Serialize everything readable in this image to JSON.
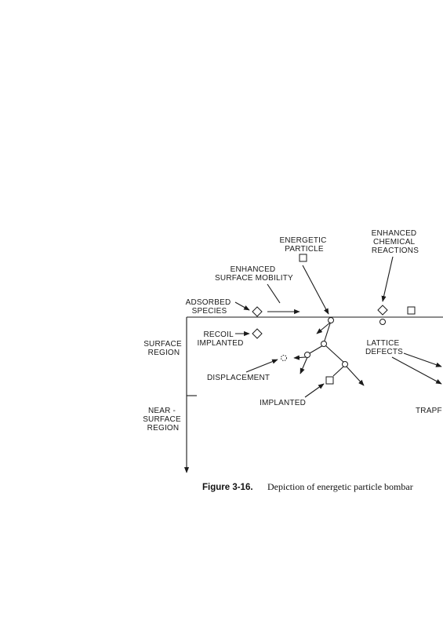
{
  "labels": {
    "energetic_particle": [
      "ENERGETIC",
      "PARTICLE"
    ],
    "enhanced_chemical_reactions": [
      "ENHANCED",
      "CHEMICAL",
      "REACTIONS"
    ],
    "enhanced_surface_mobility": [
      "ENHANCED",
      "SURFACE MOBILITY"
    ],
    "adsorbed_species": [
      "ADSORBED",
      "SPECIES"
    ],
    "recoil_implanted": [
      "RECOIL",
      "IMPLANTED"
    ],
    "surface_region": [
      "SURFACE",
      "REGION"
    ],
    "lattice_defects": [
      "LATTICE",
      "DEFECTS"
    ],
    "displacement": "DISPLACEMENT",
    "implanted": "IMPLANTED",
    "near_surface_region": [
      "NEAR -",
      "SURFACE",
      "REGION"
    ],
    "trapped": "TRAPF"
  },
  "caption": {
    "label": "Figure 3-16.",
    "text": "Depiction of energetic particle bombar"
  }
}
